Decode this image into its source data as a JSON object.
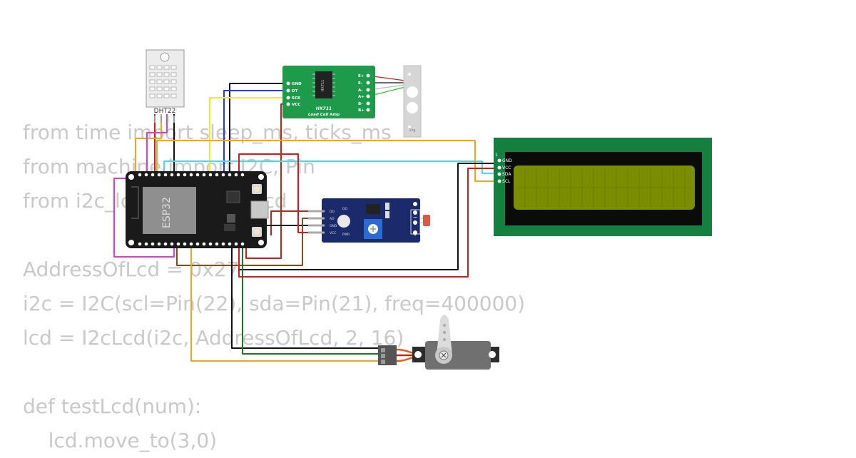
{
  "code": {
    "lines": [
      "from time import sleep_ms, ticks_ms",
      "from machine import I2C, Pin",
      "from i2c_lcd import I2cLcd",
      "",
      "AddressOfLcd = 0x27",
      "i2c = I2C(scl=Pin(22), sda=Pin(21), freq=400000)",
      "lcd = I2cLcd(i2c, AddressOfLcd, 2, 16)",
      "",
      "def testLcd(num):",
      "    lcd.move_to(3,0)"
    ]
  },
  "components": {
    "dht22": {
      "label": "DHT22"
    },
    "esp32": {
      "label": "ESP32"
    },
    "hx711": {
      "pins_left": [
        "GND",
        "DT",
        "SCK",
        "VCC"
      ],
      "pins_right": [
        "E+",
        "E-",
        "A-",
        "A+",
        "B-",
        "B+"
      ],
      "chip": "HX711",
      "title": "HX711",
      "subtitle": "Load Cell Amp"
    },
    "load_cell": {
      "label": "1kg"
    },
    "lcd": {
      "pin_marker": "1",
      "pins": [
        "GND",
        "VCC",
        "SDA",
        "SCL"
      ]
    },
    "ldr_module": {
      "pins": [
        "DO",
        "AO",
        "GND",
        "VCC"
      ],
      "led_labels": [
        "DO",
        "PWR"
      ],
      "minus": "−",
      "plus": "+"
    },
    "servo": {}
  },
  "colors": {
    "wire_black": "#111111",
    "wire_blue": "#1f3fd6",
    "wire_yellow": "#f2ea2a",
    "wire_red": "#d41a1a",
    "wire_orange": "#f0a71a",
    "wire_cyan": "#3fe0e6",
    "wire_magenta": "#e23ad9",
    "wire_brown": "#8a4b16",
    "wire_green": "#1a7a1a",
    "pcb_green": "#1d9b4a",
    "lcd_green": "#13803f",
    "lcd_screen": "#7a8e00",
    "ldr_blue": "#1b2a6b",
    "esp_black": "#1a1a1a",
    "code_gray": "#c9c9c9"
  }
}
